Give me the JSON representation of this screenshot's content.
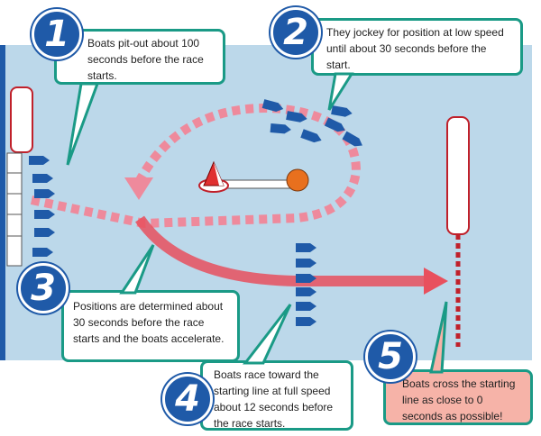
{
  "steps": [
    {
      "number": "1",
      "text": "Boats pit-out about 100 seconds before the race starts."
    },
    {
      "number": "2",
      "text": "They jockey for position at low speed until about 30 seconds before the start."
    },
    {
      "number": "3",
      "text": "Positions are determined about 30 seconds before the race starts and the boats accelerate."
    },
    {
      "number": "4",
      "text": "Boats race toward the starting line at full speed about 12 seconds before the race starts."
    },
    {
      "number": "5",
      "text": "Boats cross the starting line as close to 0 seconds as possible!"
    }
  ],
  "colors": {
    "water": "#bcd8ea",
    "boat": "#1f5aa8",
    "path": "#ee8a9c",
    "arrow": "#e8505e",
    "callout_border": "#1a9a86",
    "highlight_box": "#f6b3a8",
    "buoy": "#e8701e"
  }
}
